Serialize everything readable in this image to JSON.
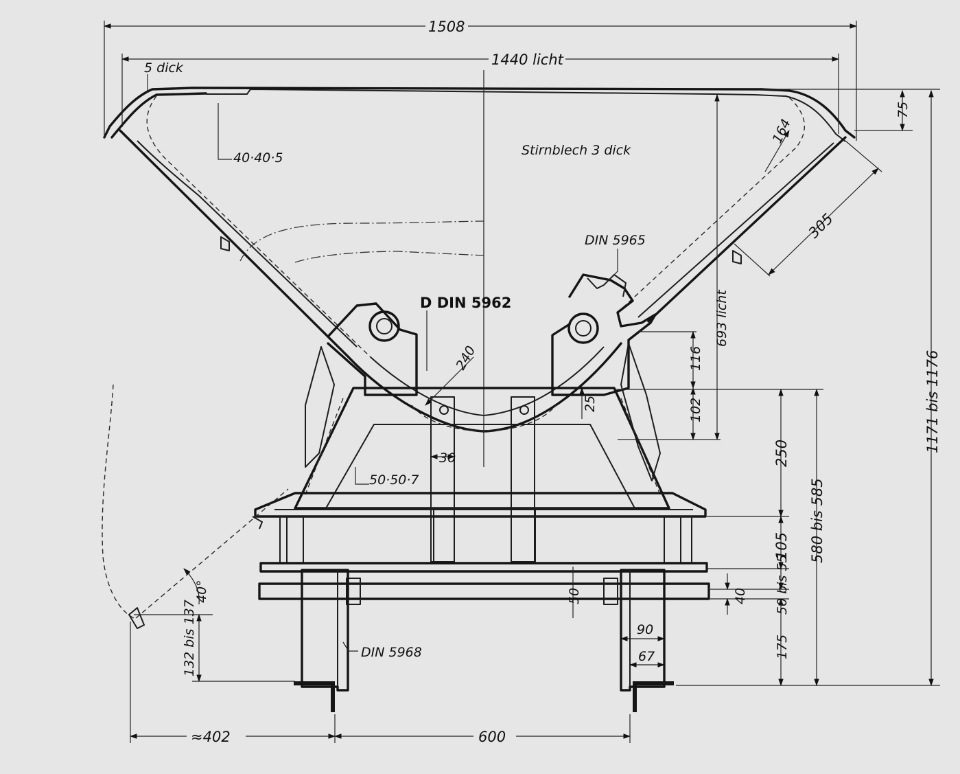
{
  "labels": {
    "overall_width": "1508",
    "inner_width": "1440 licht",
    "sheet_thickness": "5 dick",
    "angle_top": "40·40·5",
    "end_plate": "Stirnblech 3 dick",
    "dim_164": "164",
    "dim_75": "75",
    "dim_305": "305",
    "din_5965": "DIN 5965",
    "din_5962": "D DIN 5962",
    "dim_240": "240",
    "dim_693": "693 licht",
    "dim_116": "116",
    "dim_102": "102",
    "dim_25": "25",
    "dim_30": "30",
    "angle_bottom": "50·50·7",
    "dim_250": "250",
    "dim_580": "580 bis 585",
    "dim_1171": "1171 bis 1176",
    "dim_105": "105",
    "dim_50_55": "50 bis 55",
    "dim_40": "40",
    "dim_50": "50",
    "angle_40": "40°",
    "dim_132": "132 bis 137",
    "din_5968": "DIN 5968",
    "dim_90": "90",
    "dim_67": "67",
    "dim_175": "175",
    "dim_402": "≈402",
    "dim_600": "600"
  }
}
